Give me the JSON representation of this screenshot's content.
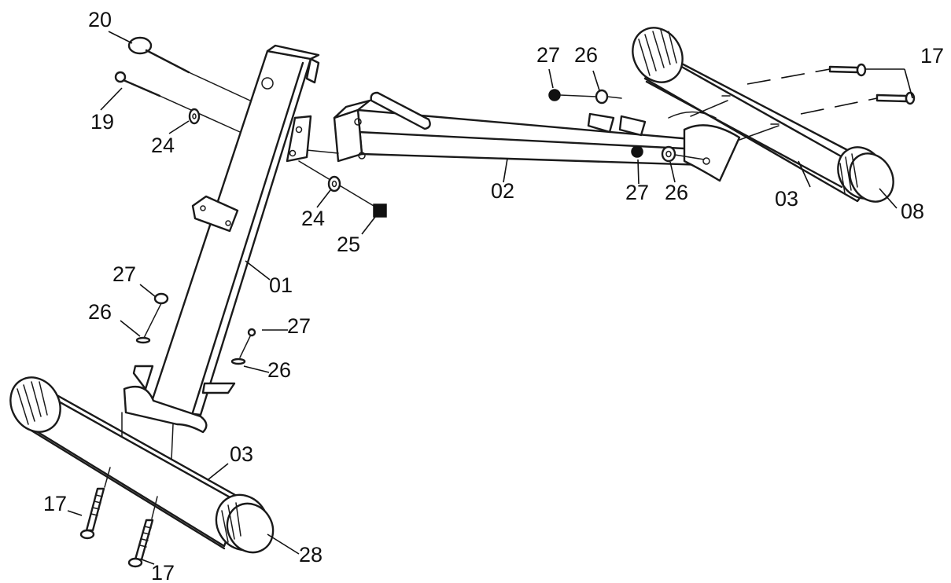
{
  "labels": {
    "p20": "20",
    "p19": "19",
    "p24a": "24",
    "p24b": "24",
    "p25": "25",
    "p27a": "27",
    "p26a": "26",
    "p27b": "27",
    "p26b": "26",
    "p02": "02",
    "p01": "01",
    "p27c": "27",
    "p26c": "26",
    "p27d": "27",
    "p26d": "26",
    "p03a": "03",
    "p03b": "03",
    "p08": "08",
    "p17a": "17",
    "p17b": "17",
    "p17c": "17",
    "p28": "28"
  },
  "colors": {
    "line": "#1a1a1a",
    "background": "#ffffff"
  }
}
